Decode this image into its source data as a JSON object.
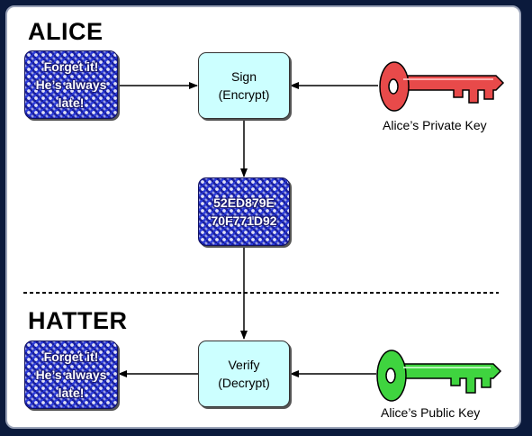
{
  "sections": {
    "sender": "ALICE",
    "receiver": "HATTER"
  },
  "message_top": [
    "Forget it!",
    "He’s always",
    "late!"
  ],
  "message_bottom": [
    "Forget it!",
    "He’s always",
    "late!"
  ],
  "sign_box": [
    "Sign",
    "(Encrypt)"
  ],
  "verify_box": [
    "Verify",
    "(Decrypt)"
  ],
  "signature_box": [
    "52ED879E",
    "70F771D92"
  ],
  "private_key": {
    "label": "Alice’s Private Key",
    "color": "#e84a4a",
    "icon": "key-icon"
  },
  "public_key": {
    "label": "Alice’s Public Key",
    "color": "#3fd43f",
    "icon": "key-icon"
  },
  "colors": {
    "message_fill": "#2c3bd6",
    "operation_fill": "#ccffff",
    "background": "#0b1a3c"
  }
}
